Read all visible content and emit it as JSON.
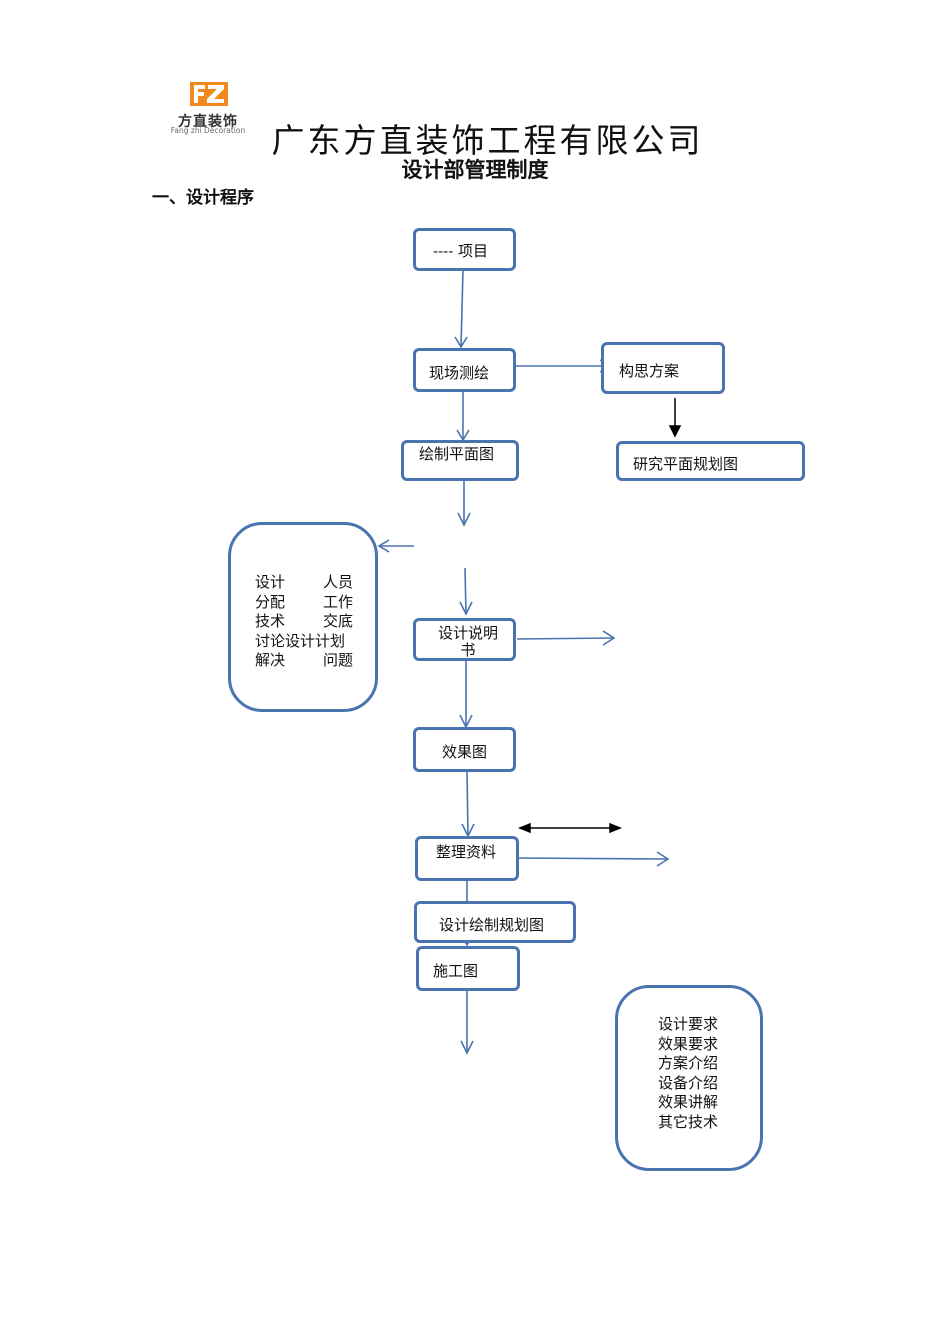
{
  "logo": {
    "mark": "FZ",
    "name_cn": "方直装饰",
    "name_en": "Fang zhi Decoration",
    "colors": {
      "orange": "#f08a1c",
      "gray": "#555555"
    }
  },
  "header": {
    "company": "广东方直装饰工程有限公司",
    "title": "设计部管理制度"
  },
  "section": {
    "heading": "一、设计程序"
  },
  "flow": {
    "project": "---- 项目",
    "site_survey": "现场测绘",
    "concept": "构思方案",
    "draw_plan": "绘制平面图",
    "study_plan": "研究平面规划图",
    "tasks": [
      {
        "left": "设计",
        "right": "人员"
      },
      {
        "left": "分配",
        "right": "工作"
      },
      {
        "left": "技术",
        "right": "交底"
      },
      {
        "left": "讨论设计计划",
        "right": ""
      },
      {
        "left": "解决",
        "right": "问题"
      }
    ],
    "design_spec": "设计说明书",
    "renderings": "效果图",
    "organize": "整理资料",
    "design_drawing": "设计绘制规划图",
    "construction": "施工图",
    "requirements": [
      "设计要求",
      "效果要求",
      "方案介绍",
      "设备介绍",
      "效果讲解",
      "其它技术"
    ]
  },
  "colors": {
    "box_border": "#4a74b0",
    "arrow": "#4a74b0",
    "black_arrow": "#000000"
  }
}
